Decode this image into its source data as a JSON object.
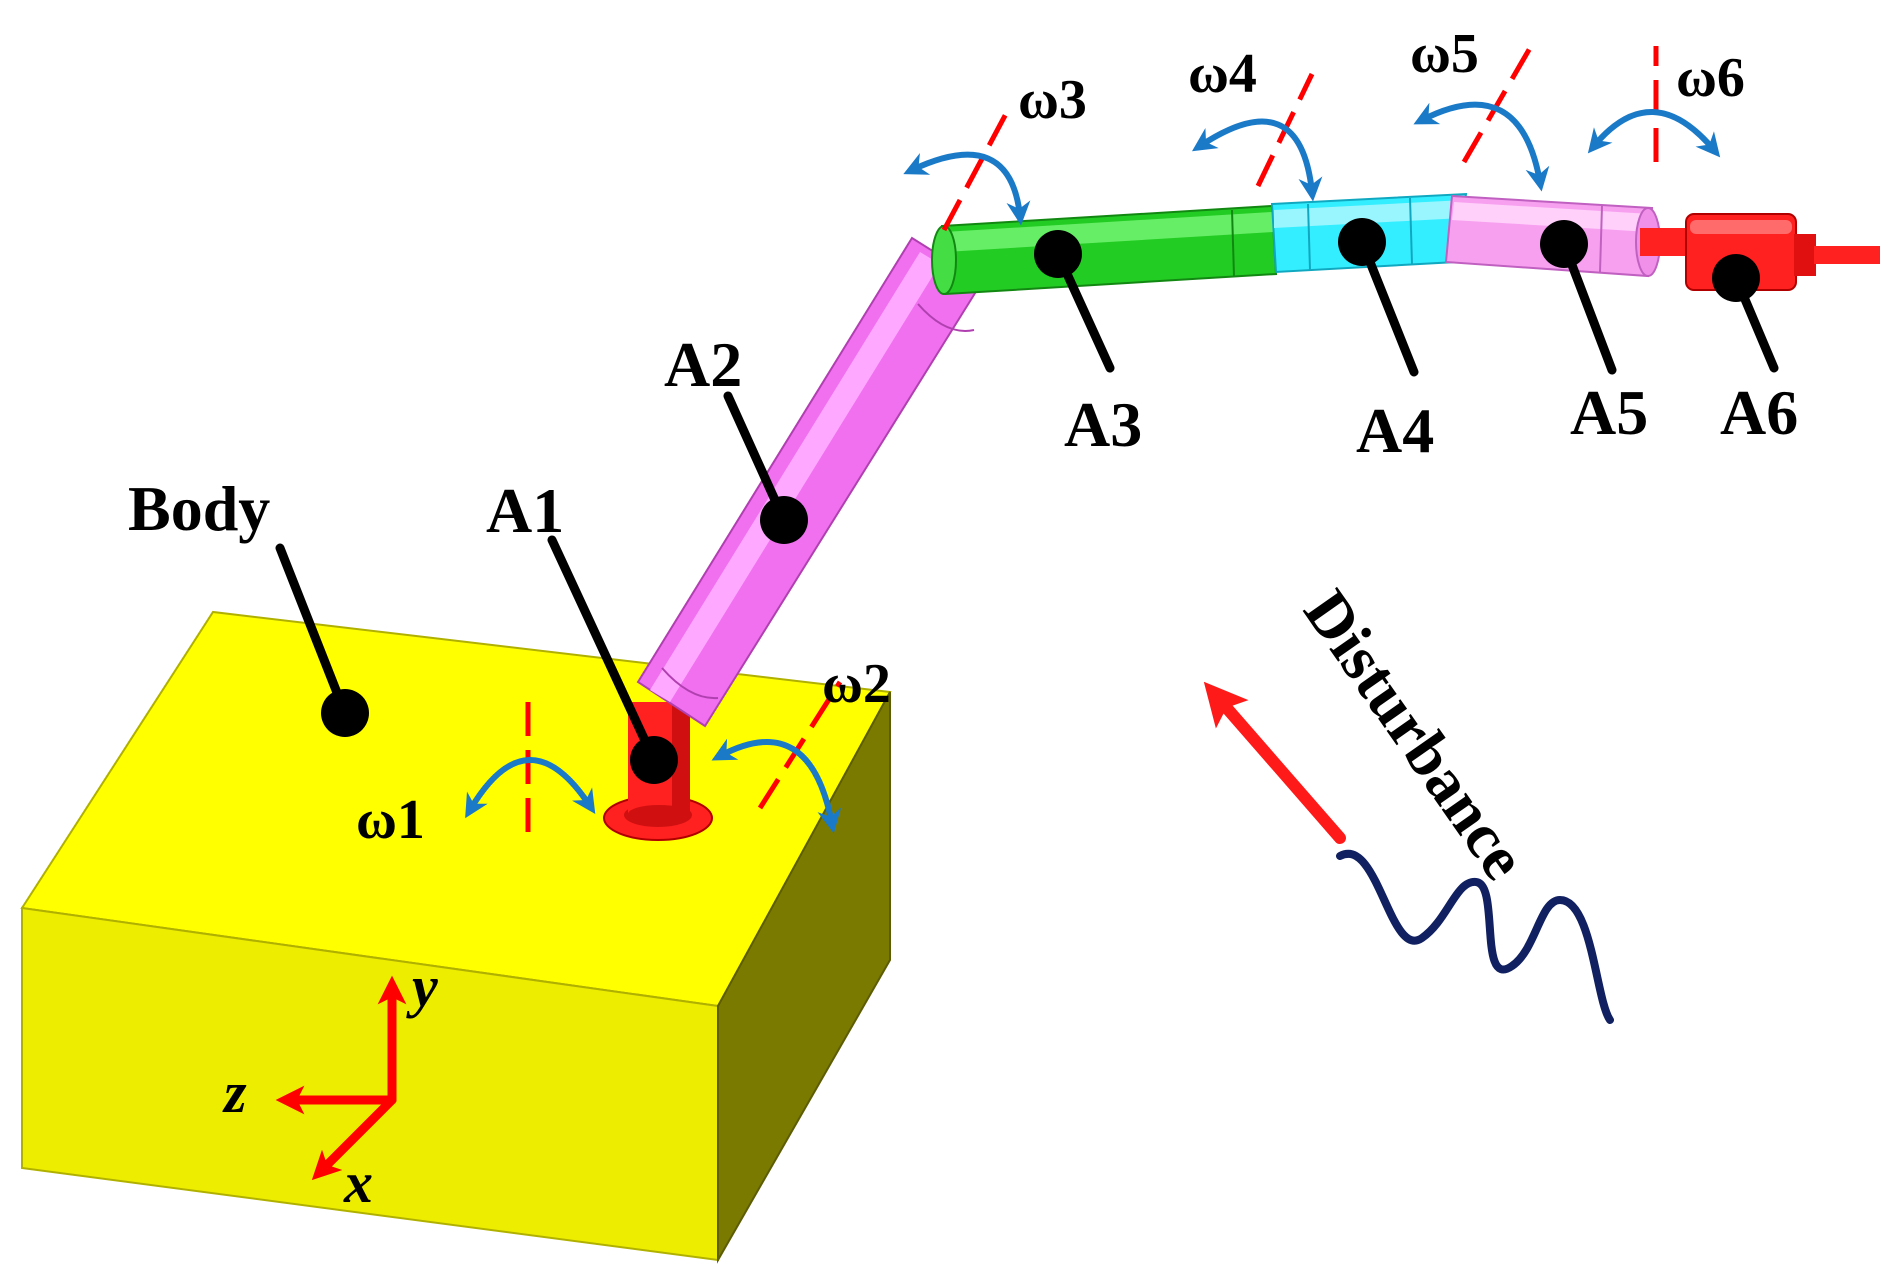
{
  "colors": {
    "body_top": "#ffff00",
    "body_front": "#eded00",
    "body_side": "#7a7a00",
    "joint_red": "#ff2020",
    "link_magenta": "#f070f0",
    "link_green": "#22cc22",
    "link_cyan": "#33eeff",
    "link_pink": "#f7a0f0",
    "axis_red": "#ff0000",
    "rotation_blue": "#1a7ac8",
    "wave_navy": "#102060"
  },
  "labels": {
    "body": "Body",
    "a1": "A1",
    "a2": "A2",
    "a3": "A3",
    "a4": "A4",
    "a5": "A5",
    "a6": "A6",
    "disturbance": "Disturbance"
  },
  "omegas": {
    "w1": "ω1",
    "w2": "ω2",
    "w3": "ω3",
    "w4": "ω4",
    "w5": "ω5",
    "w6": "ω6"
  },
  "axes": {
    "x": "x",
    "y": "y",
    "z": "z"
  }
}
